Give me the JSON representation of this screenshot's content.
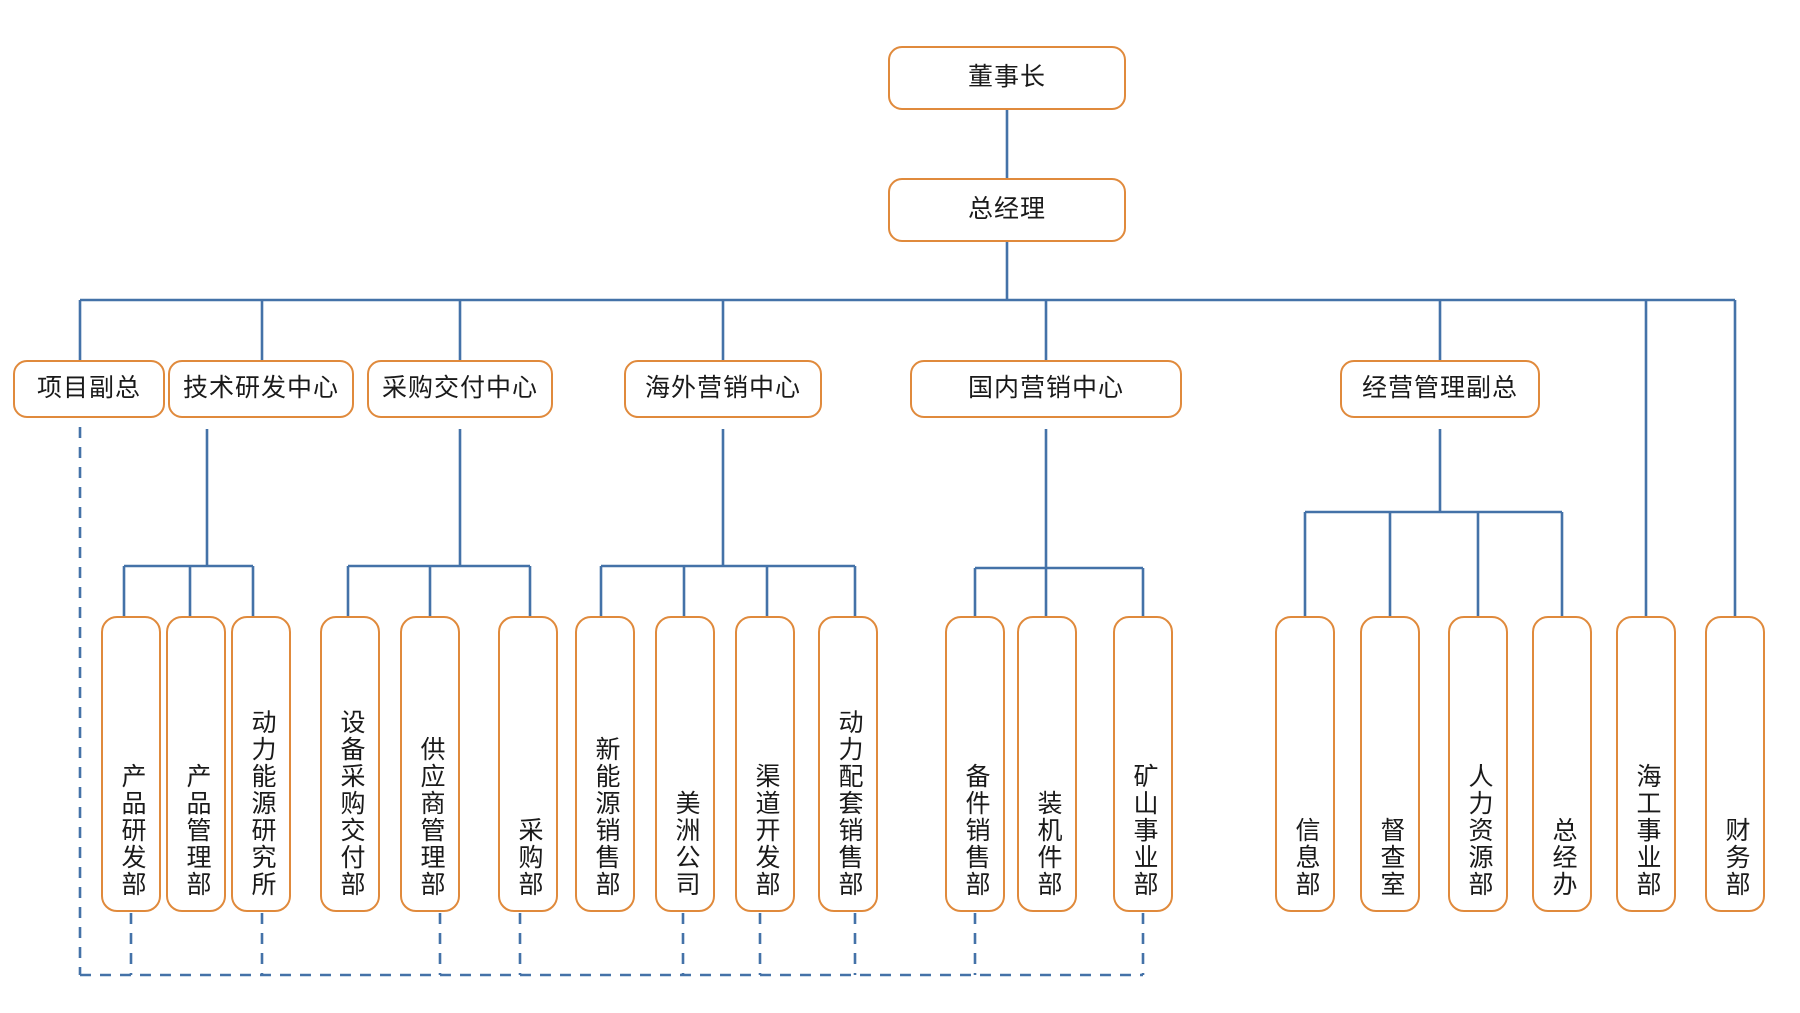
{
  "diagram": {
    "type": "organization-chart",
    "title": "",
    "colors": {
      "node_border": "#e08a3c",
      "node_fill": "#ffffff",
      "connector": "#4472a8",
      "dashed_connector": "#4472a8",
      "text": "#1a1a1a",
      "background": "#ffffff"
    },
    "orientation": "top-down",
    "text_orientation_leaves": "vertical"
  },
  "nodes": {
    "chairman": {
      "id": "n1",
      "label": "董事长",
      "level": 0
    },
    "general_manager": {
      "id": "n2",
      "label": "总经理",
      "level": 1
    },
    "level2": [
      {
        "id": "d1",
        "label": "项目副总"
      },
      {
        "id": "d2",
        "label": "技术研发中心"
      },
      {
        "id": "d3",
        "label": "采购交付中心"
      },
      {
        "id": "d4",
        "label": "海外营销中心"
      },
      {
        "id": "d5",
        "label": "国内营销中心"
      },
      {
        "id": "d6",
        "label": "经营管理副总"
      }
    ],
    "level3": [
      {
        "id": "l01",
        "label": "产品研发部",
        "parent": "d2"
      },
      {
        "id": "l02",
        "label": "产品管理部",
        "parent": "d2"
      },
      {
        "id": "l03",
        "label": "动力能源研究所",
        "parent": "d2"
      },
      {
        "id": "l04",
        "label": "设备采购交付部",
        "parent": "d3"
      },
      {
        "id": "l05",
        "label": "供应商管理部",
        "parent": "d3"
      },
      {
        "id": "l06",
        "label": "采购部",
        "parent": "d3"
      },
      {
        "id": "l07",
        "label": "新能源销售部",
        "parent": "d4"
      },
      {
        "id": "l08",
        "label": "美洲公司",
        "parent": "d4"
      },
      {
        "id": "l09",
        "label": "渠道开发部",
        "parent": "d4"
      },
      {
        "id": "l10",
        "label": "动力配套销售部",
        "parent": "d4"
      },
      {
        "id": "l11",
        "label": "备件销售部",
        "parent": "d5"
      },
      {
        "id": "l12",
        "label": "装机件部",
        "parent": "d5"
      },
      {
        "id": "l13",
        "label": "矿山事业部",
        "parent": "d5"
      },
      {
        "id": "l14",
        "label": "信息部",
        "parent": "d6"
      },
      {
        "id": "l15",
        "label": "督查室",
        "parent": "d6"
      },
      {
        "id": "l16",
        "label": "人力资源部",
        "parent": "d6"
      },
      {
        "id": "l17",
        "label": "总经办",
        "parent": "d6"
      },
      {
        "id": "l18",
        "label": "海工事业部",
        "parent": "n2"
      },
      {
        "id": "l19",
        "label": "财务部",
        "parent": "n2"
      }
    ]
  }
}
